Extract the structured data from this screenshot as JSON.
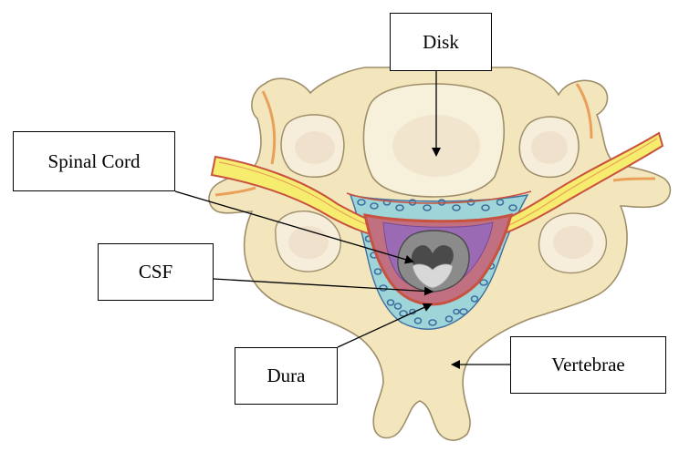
{
  "labels": {
    "disk": "Disk",
    "spinal_cord": "Spinal Cord",
    "csf": "CSF",
    "dura": "Dura",
    "vertebrae": "Vertebrae"
  },
  "colors": {
    "bone": "#F3E6BD",
    "bone_outline": "#9F8E6A",
    "disk_pale": "#F6EFDA",
    "fat_teal": "#9ED5D8",
    "fat_blue": "#3F6FA0",
    "nerve_yellow": "#F6EC6E",
    "nerve_red": "#C8523F",
    "root_orange": "#E9A15A",
    "cord_gray": "#8B8B8B",
    "cord_dark": "#4A4A4A",
    "cord_light": "#D8D8D8",
    "purple": "#9B6AB4",
    "arrow": "#000000"
  }
}
